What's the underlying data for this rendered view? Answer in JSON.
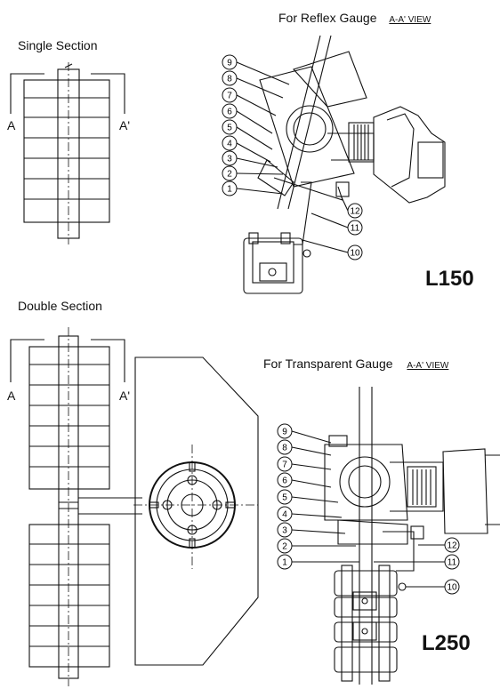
{
  "labels": {
    "single_section": "Single  Section",
    "double_section": "Double  Section",
    "reflex_title": "For Reflex Gauge",
    "reflex_view": "A-A' VIEW",
    "transparent_title": "For Transparent Gauge",
    "transparent_view": "A-A' VIEW",
    "a": "A",
    "a_prime": "A'",
    "model_top": "L150",
    "model_bottom": "L250"
  },
  "callouts_top": [
    "9",
    "8",
    "7",
    "6",
    "5",
    "4",
    "3",
    "2",
    "1",
    "12",
    "11",
    "10"
  ],
  "callouts_bottom": [
    "9",
    "8",
    "7",
    "6",
    "5",
    "4",
    "3",
    "2",
    "1",
    "12",
    "11",
    "10"
  ]
}
